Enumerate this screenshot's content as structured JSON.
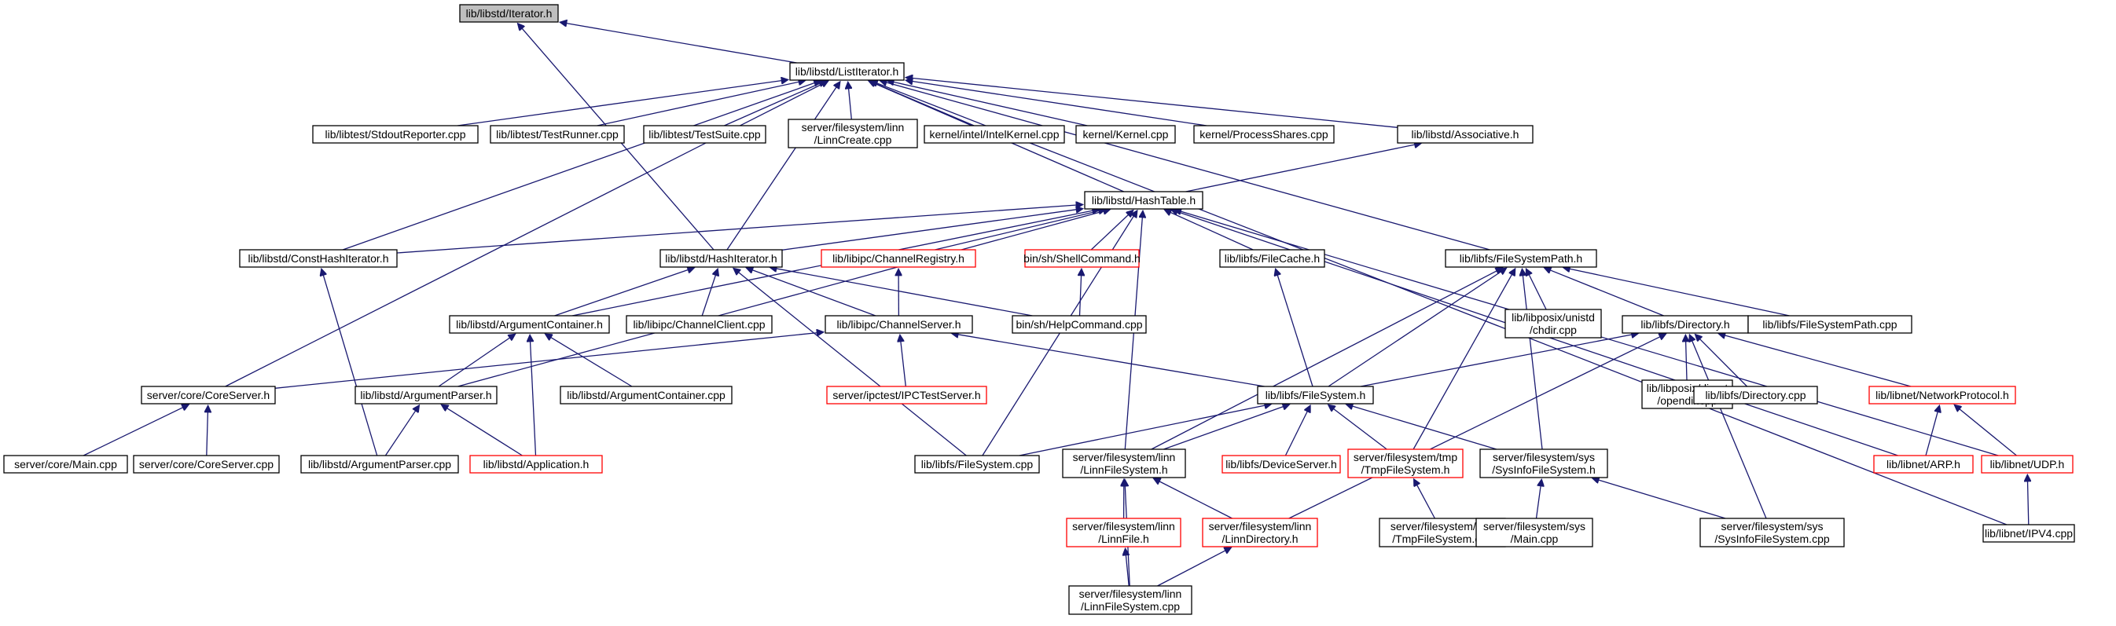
{
  "colors": {
    "edge": "#191970",
    "bad_link": "#ff0000",
    "root_fill": "#bfbfbf",
    "background": "#ffffff"
  },
  "nodes": [
    {
      "id": "iterator",
      "label": [
        "lib/libstd/Iterator.h"
      ],
      "style": "root"
    },
    {
      "id": "listiterator",
      "label": [
        "lib/libstd/ListIterator.h"
      ],
      "style": "normal"
    },
    {
      "id": "stdoutrep",
      "label": [
        "lib/libtest/StdoutReporter.cpp"
      ],
      "style": "normal"
    },
    {
      "id": "testrunner",
      "label": [
        "lib/libtest/TestRunner.cpp"
      ],
      "style": "normal"
    },
    {
      "id": "testsuite",
      "label": [
        "lib/libtest/TestSuite.cpp"
      ],
      "style": "normal"
    },
    {
      "id": "linncreate",
      "label": [
        "server/filesystem/linn",
        "/LinnCreate.cpp"
      ],
      "style": "normal"
    },
    {
      "id": "intelkernel",
      "label": [
        "kernel/intel/IntelKernel.cpp"
      ],
      "style": "normal"
    },
    {
      "id": "kernelcpp",
      "label": [
        "kernel/Kernel.cpp"
      ],
      "style": "normal"
    },
    {
      "id": "processshares",
      "label": [
        "kernel/ProcessShares.cpp"
      ],
      "style": "normal"
    },
    {
      "id": "associative",
      "label": [
        "lib/libstd/Associative.h"
      ],
      "style": "normal"
    },
    {
      "id": "hashtable",
      "label": [
        "lib/libstd/HashTable.h"
      ],
      "style": "normal"
    },
    {
      "id": "consthashit",
      "label": [
        "lib/libstd/ConstHashIterator.h"
      ],
      "style": "normal"
    },
    {
      "id": "hashiterator",
      "label": [
        "lib/libstd/HashIterator.h"
      ],
      "style": "normal"
    },
    {
      "id": "channelreg",
      "label": [
        "lib/libipc/ChannelRegistry.h"
      ],
      "style": "red"
    },
    {
      "id": "shellcmd",
      "label": [
        "bin/sh/ShellCommand.h"
      ],
      "style": "red"
    },
    {
      "id": "filecache",
      "label": [
        "lib/libfs/FileCache.h"
      ],
      "style": "normal"
    },
    {
      "id": "fspath",
      "label": [
        "lib/libfs/FileSystemPath.h"
      ],
      "style": "normal"
    },
    {
      "id": "argcontainer",
      "label": [
        "lib/libstd/ArgumentContainer.h"
      ],
      "style": "normal"
    },
    {
      "id": "channelclient",
      "label": [
        "lib/libipc/ChannelClient.cpp"
      ],
      "style": "normal"
    },
    {
      "id": "channelserver",
      "label": [
        "lib/libipc/ChannelServer.h"
      ],
      "style": "normal"
    },
    {
      "id": "helpcmd",
      "label": [
        "bin/sh/HelpCommand.cpp"
      ],
      "style": "normal"
    },
    {
      "id": "chdir",
      "label": [
        "lib/libposix/unistd",
        "/chdir.cpp"
      ],
      "style": "normal"
    },
    {
      "id": "directoryh",
      "label": [
        "lib/libfs/Directory.h"
      ],
      "style": "normal"
    },
    {
      "id": "fspathcpp",
      "label": [
        "lib/libfs/FileSystemPath.cpp"
      ],
      "style": "normal"
    },
    {
      "id": "coreserverh",
      "label": [
        "server/core/CoreServer.h"
      ],
      "style": "normal"
    },
    {
      "id": "argparserh",
      "label": [
        "lib/libstd/ArgumentParser.h"
      ],
      "style": "normal"
    },
    {
      "id": "argcontainercpp",
      "label": [
        "lib/libstd/ArgumentContainer.cpp"
      ],
      "style": "normal"
    },
    {
      "id": "ipctestserver",
      "label": [
        "server/ipctest/IPCTestServer.h"
      ],
      "style": "red"
    },
    {
      "id": "filesystemh",
      "label": [
        "lib/libfs/FileSystem.h"
      ],
      "style": "normal"
    },
    {
      "id": "opendir",
      "label": [
        "lib/libposix/dirent",
        "/opendir.cpp"
      ],
      "style": "normal"
    },
    {
      "id": "directorycpp",
      "label": [
        "lib/libfs/Directory.cpp"
      ],
      "style": "normal"
    },
    {
      "id": "netprotocol",
      "label": [
        "lib/libnet/NetworkProtocol.h"
      ],
      "style": "red"
    },
    {
      "id": "maincpp",
      "label": [
        "server/core/Main.cpp"
      ],
      "style": "normal"
    },
    {
      "id": "coreservercpp",
      "label": [
        "server/core/CoreServer.cpp"
      ],
      "style": "normal"
    },
    {
      "id": "argparsercpp",
      "label": [
        "lib/libstd/ArgumentParser.cpp"
      ],
      "style": "normal"
    },
    {
      "id": "applicationh",
      "label": [
        "lib/libstd/Application.h"
      ],
      "style": "red"
    },
    {
      "id": "filesystemcpp",
      "label": [
        "lib/libfs/FileSystem.cpp"
      ],
      "style": "normal"
    },
    {
      "id": "linnfsh",
      "label": [
        "server/filesystem/linn",
        "/LinnFileSystem.h"
      ],
      "style": "normal"
    },
    {
      "id": "deviceserver",
      "label": [
        "lib/libfs/DeviceServer.h"
      ],
      "style": "red"
    },
    {
      "id": "tmpfsh",
      "label": [
        "server/filesystem/tmp",
        "/TmpFileSystem.h"
      ],
      "style": "red"
    },
    {
      "id": "sysinfofsh",
      "label": [
        "server/filesystem/sys",
        "/SysInfoFileSystem.h"
      ],
      "style": "normal"
    },
    {
      "id": "arph",
      "label": [
        "lib/libnet/ARP.h"
      ],
      "style": "red"
    },
    {
      "id": "udph",
      "label": [
        "lib/libnet/UDP.h"
      ],
      "style": "red"
    },
    {
      "id": "linnfileh",
      "label": [
        "server/filesystem/linn",
        "/LinnFile.h"
      ],
      "style": "red"
    },
    {
      "id": "linndirh",
      "label": [
        "server/filesystem/linn",
        "/LinnDirectory.h"
      ],
      "style": "red"
    },
    {
      "id": "tmpfscpp",
      "label": [
        "server/filesystem/tmp",
        "/TmpFileSystem.cpp"
      ],
      "style": "normal"
    },
    {
      "id": "sysmain",
      "label": [
        "server/filesystem/sys",
        "/Main.cpp"
      ],
      "style": "normal"
    },
    {
      "id": "sysinfofscpp",
      "label": [
        "server/filesystem/sys",
        "/SysInfoFileSystem.cpp"
      ],
      "style": "normal"
    },
    {
      "id": "ipv4",
      "label": [
        "lib/libnet/IPV4.cpp"
      ],
      "style": "normal"
    },
    {
      "id": "linnfscpp",
      "label": [
        "server/filesystem/linn",
        "/LinnFileSystem.cpp"
      ],
      "style": "normal"
    }
  ],
  "edges": [
    [
      "iterator",
      "listiterator"
    ],
    [
      "iterator",
      "hashiterator"
    ],
    [
      "listiterator",
      "stdoutrep"
    ],
    [
      "listiterator",
      "testrunner"
    ],
    [
      "listiterator",
      "testsuite"
    ],
    [
      "listiterator",
      "linncreate"
    ],
    [
      "listiterator",
      "intelkernel"
    ],
    [
      "listiterator",
      "kernelcpp"
    ],
    [
      "listiterator",
      "processshares"
    ],
    [
      "listiterator",
      "associative"
    ],
    [
      "listiterator",
      "hashtable"
    ],
    [
      "listiterator",
      "consthashit"
    ],
    [
      "listiterator",
      "hashiterator"
    ],
    [
      "listiterator",
      "coreserverh"
    ],
    [
      "listiterator",
      "fspath"
    ],
    [
      "listiterator",
      "ipv4"
    ],
    [
      "associative",
      "hashtable"
    ],
    [
      "hashtable",
      "consthashit"
    ],
    [
      "hashtable",
      "hashiterator"
    ],
    [
      "hashtable",
      "channelreg"
    ],
    [
      "hashtable",
      "shellcmd"
    ],
    [
      "hashtable",
      "filecache"
    ],
    [
      "hashtable",
      "argcontainer"
    ],
    [
      "hashtable",
      "argparserh"
    ],
    [
      "hashtable",
      "filesystemcpp"
    ],
    [
      "hashtable",
      "linnfsh"
    ],
    [
      "hashtable",
      "arph"
    ],
    [
      "hashtable",
      "udph"
    ],
    [
      "consthashit",
      "argparsercpp"
    ],
    [
      "hashiterator",
      "argcontainer"
    ],
    [
      "hashiterator",
      "channelclient"
    ],
    [
      "hashiterator",
      "channelserver"
    ],
    [
      "hashiterator",
      "helpcmd"
    ],
    [
      "hashiterator",
      "filesystemcpp"
    ],
    [
      "channelreg",
      "channelserver"
    ],
    [
      "shellcmd",
      "helpcmd"
    ],
    [
      "filecache",
      "filesystemh"
    ],
    [
      "fspath",
      "chdir"
    ],
    [
      "fspath",
      "directoryh"
    ],
    [
      "fspath",
      "fspathcpp"
    ],
    [
      "fspath",
      "filesystemh"
    ],
    [
      "fspath",
      "linnfsh"
    ],
    [
      "fspath",
      "tmpfsh"
    ],
    [
      "fspath",
      "sysinfofsh"
    ],
    [
      "argcontainer",
      "argparserh"
    ],
    [
      "argcontainer",
      "argcontainercpp"
    ],
    [
      "argcontainer",
      "applicationh"
    ],
    [
      "channelserver",
      "coreserverh"
    ],
    [
      "channelserver",
      "ipctestserver"
    ],
    [
      "channelserver",
      "filesystemh"
    ],
    [
      "directoryh",
      "filesystemh"
    ],
    [
      "directoryh",
      "opendir"
    ],
    [
      "directoryh",
      "directorycpp"
    ],
    [
      "directoryh",
      "netprotocol"
    ],
    [
      "directoryh",
      "linndirh"
    ],
    [
      "directoryh",
      "sysinfofscpp"
    ],
    [
      "coreserverh",
      "maincpp"
    ],
    [
      "coreserverh",
      "coreservercpp"
    ],
    [
      "argparserh",
      "argparsercpp"
    ],
    [
      "argparserh",
      "applicationh"
    ],
    [
      "filesystemh",
      "filesystemcpp"
    ],
    [
      "filesystemh",
      "linnfsh"
    ],
    [
      "filesystemh",
      "deviceserver"
    ],
    [
      "filesystemh",
      "tmpfsh"
    ],
    [
      "filesystemh",
      "sysinfofsh"
    ],
    [
      "netprotocol",
      "arph"
    ],
    [
      "netprotocol",
      "udph"
    ],
    [
      "linnfsh",
      "linnfileh"
    ],
    [
      "linnfsh",
      "linndirh"
    ],
    [
      "linnfsh",
      "linnfscpp"
    ],
    [
      "tmpfsh",
      "tmpfscpp"
    ],
    [
      "sysinfofsh",
      "sysmain"
    ],
    [
      "sysinfofsh",
      "sysinfofscpp"
    ],
    [
      "udph",
      "ipv4"
    ],
    [
      "linnfileh",
      "linnfscpp"
    ],
    [
      "linndirh",
      "linnfscpp"
    ]
  ]
}
